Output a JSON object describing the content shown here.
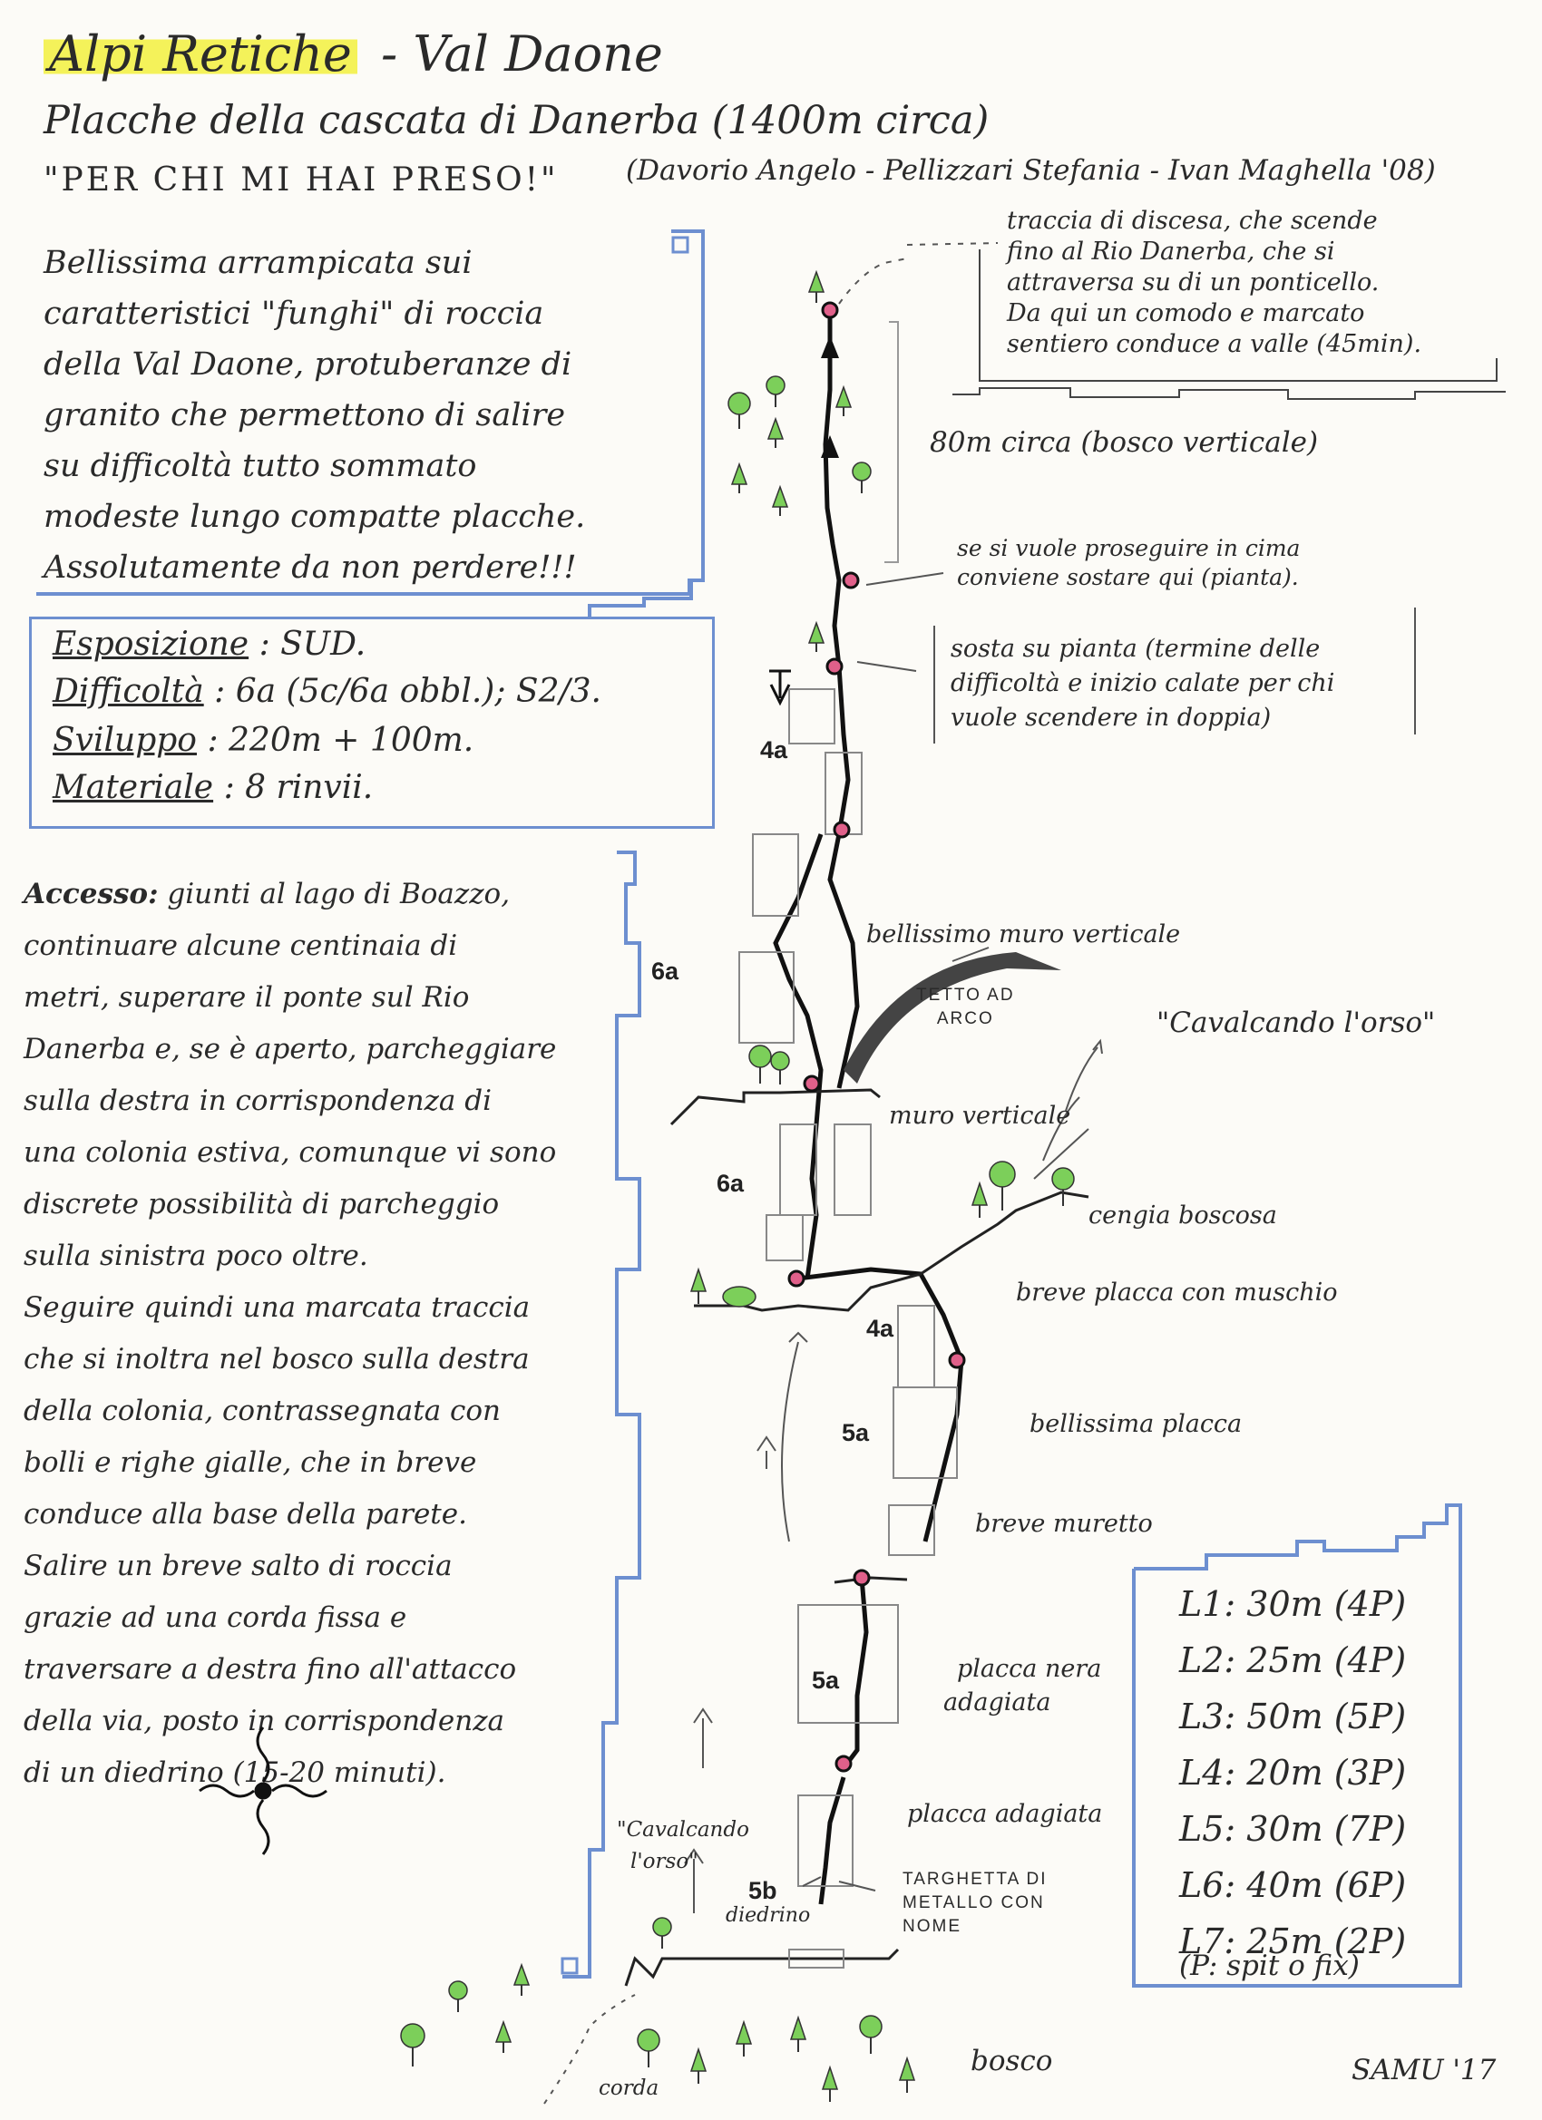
{
  "title": {
    "region": "Alpi Retiche",
    "valley": "- Val Daone"
  },
  "subtitle": "Placche della cascata di Danerba (1400m circa)",
  "route_name": "\"PER CHI MI HAI PRESO!\"",
  "authors": "(Davorio Angelo - Pellizzari Stefania - Ivan Maghella '08)",
  "description": [
    "Bellissima arrampicata sui",
    "caratteristici \"funghi\" di roccia",
    "della Val Daone, protuberanze di",
    "granito che permettono di salire",
    "su difficoltà tutto sommato",
    "modeste lungo compatte placche.",
    "Assolutamente da non perdere!!!"
  ],
  "info": {
    "esposizione_label": "Esposizione",
    "esposizione_value": ": SUD.",
    "difficolta_label": "Difficoltà",
    "difficolta_value": ": 6a (5c/6a obbl.); S2/3.",
    "sviluppo_label": "Sviluppo",
    "sviluppo_value": ": 220m + 100m.",
    "materiale_label": "Materiale",
    "materiale_value": ": 8 rinvii."
  },
  "access": {
    "heading": "Accesso:",
    "lines": [
      "giunti al lago di Boazzo,",
      "continuare alcune centinaia di",
      "metri, superare il ponte sul Rio",
      "Danerba e, se è aperto, parcheggiare",
      "sulla destra in corrispondenza di",
      "una colonia estiva, comunque vi sono",
      "discrete possibilità di parcheggio",
      "sulla sinistra poco oltre.",
      "Seguire quindi una marcata traccia",
      "che si inoltra nel bosco sulla destra",
      "della colonia, contrassegnata con",
      "bolli e righe gialle, che in breve",
      "conduce alla base della parete.",
      "Salire un breve salto di roccia",
      "grazie ad una corda fissa e",
      "traversare a destra fino all'attacco",
      "della via, posto in corrispondenza",
      "di un diedrino (15-20 minuti)."
    ]
  },
  "descent": [
    "traccia di discesa, che scende",
    "fino al Rio Danerba, che si",
    "attraversa su di un ponticello.",
    "Da qui un comodo e marcato",
    "sentiero conduce a valle (45min)."
  ],
  "topo_labels": {
    "bosco_verticale": "80m circa (bosco verticale)",
    "proseguire_1": "se si vuole proseguire in cima",
    "proseguire_2": "conviene sostare qui (pianta).",
    "sosta_1": "sosta su pianta (termine delle",
    "sosta_2": "difficoltà e inizio calate per chi",
    "sosta_3": "vuole scendere in doppia)",
    "muro_bellissimo": "bellissimo muro verticale",
    "tetto_1": "TETTO AD",
    "tetto_2": "ARCO",
    "cavalcando_right": "\"Cavalcando l'orso\"",
    "muro_verticale": "muro verticale",
    "cengia": "cengia boscosa",
    "breve_placca": "breve placca con muschio",
    "bellissima_placca": "bellissima placca",
    "breve_muretto": "breve muretto",
    "placca_nera_1": "placca nera",
    "placca_nera_2": "adagiata",
    "placca_adagiata": "placca adagiata",
    "cavalcando_left_1": "\"Cavalcando",
    "cavalcando_left_2": "l'orso\"",
    "diedrino": "diedrino",
    "targhetta_1": "TARGHETTA DI",
    "targhetta_2": "METALLO CON",
    "targhetta_3": "NOME",
    "corda": "corda",
    "bosco": "bosco",
    "signature": "SAMU '17"
  },
  "grades": [
    "4a",
    "6a",
    "6a",
    "4a",
    "5a",
    "5a",
    "5b"
  ],
  "pitches": [
    "L1: 30m (4P)",
    "L2: 25m (4P)",
    "L3: 50m (5P)",
    "L4: 20m (3P)",
    "L5: 30m (7P)",
    "L6: 40m (6P)",
    "L7: 25m (2P)"
  ],
  "pitch_note": "(P: spit o fix)",
  "colors": {
    "accent_blue": "#6d8fd0",
    "belay_pink": "#e0608a",
    "tree_green": "#7ccf5a",
    "highlight_yellow": "#f4f25a"
  }
}
